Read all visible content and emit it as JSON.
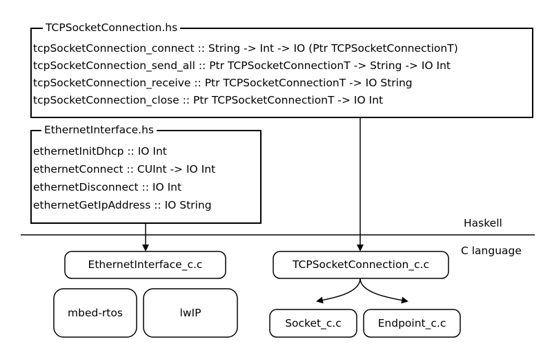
{
  "tcp_module": {
    "title": "TCPSocketConnection.hs",
    "signatures": [
      "tcpSocketConnection_connect :: String -> Int -> IO (Ptr TCPSocketConnectionT)",
      "tcpSocketConnection_send_all :: Ptr TCPSocketConnectionT -> String -> IO Int",
      "tcpSocketConnection_receive :: Ptr TCPSocketConnectionT -> IO String",
      "tcpSocketConnection_close :: Ptr TCPSocketConnectionT -> IO Int"
    ]
  },
  "eth_module": {
    "title": "EthernetInterface.hs",
    "signatures": [
      "ethernetInitDhcp :: IO Int",
      "ethernetConnect :: CUInt -> IO Int",
      "ethernetDisconnect :: IO Int",
      "ethernetGetIpAddress :: IO String"
    ]
  },
  "layers": {
    "haskell": "Haskell",
    "c": "C language"
  },
  "c_nodes": {
    "ethernet_c": "EthernetInterface_c.c",
    "mbed_rtos": "mbed-rtos",
    "lwip": "lwIP",
    "tcp_c": "TCPSocketConnection_c.c",
    "socket_c": "Socket_c.c",
    "endpoint_c": "Endpoint_c.c"
  }
}
